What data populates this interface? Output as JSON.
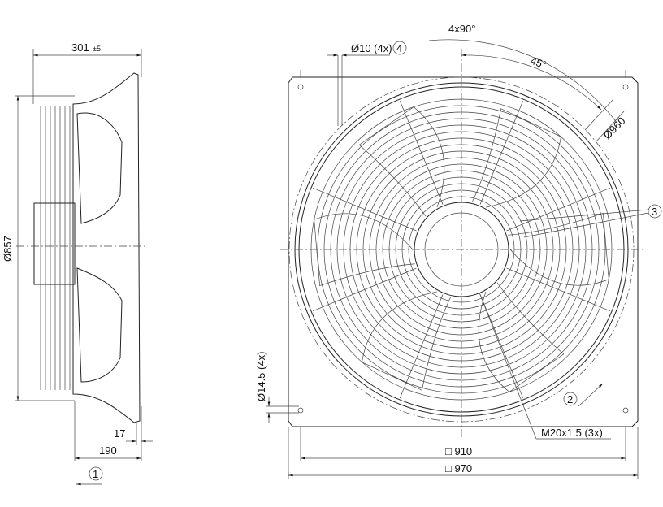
{
  "title": "Axial fan dimensional drawing",
  "side_view": {
    "depth_label": "301",
    "depth_tolerance": "±5",
    "diameter_label": "Ø857",
    "flange_label": "17",
    "offset_label": "190",
    "airflow_callout": "1"
  },
  "front_view": {
    "hole_label": "Ø10 (4x)",
    "hole_callout": "4",
    "angle_label": "4x90°",
    "angle_half_label": "45°",
    "bolt_circle_label": "Ø960",
    "callout_3": "3",
    "callout_2": "2",
    "mount_hole_label": "Ø14.5 (4x)",
    "cable_gland_label": "M20x1.5 (3x)",
    "inner_square_label": "□ 910",
    "outer_square_label": "□ 970"
  }
}
